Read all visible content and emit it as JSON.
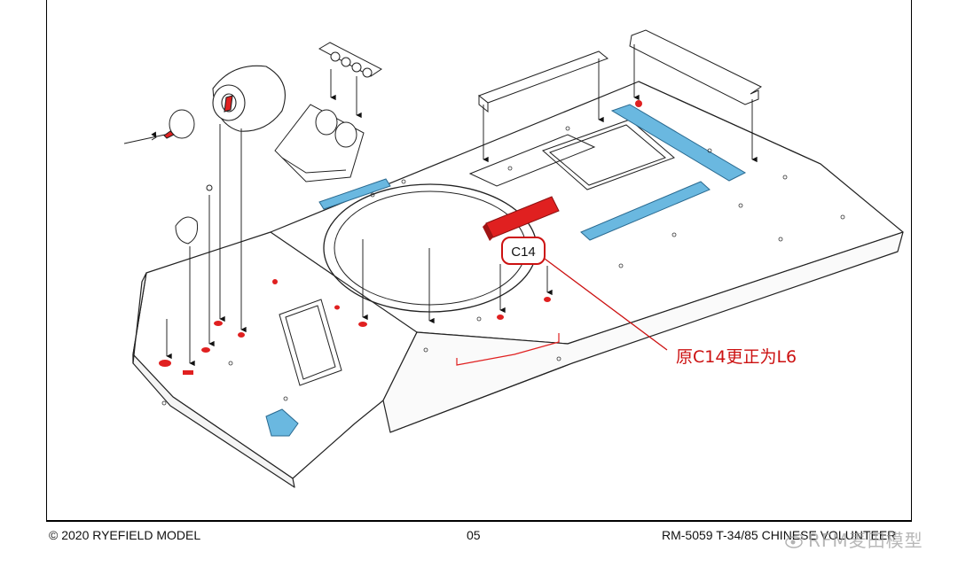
{
  "footer": {
    "copyright": "© 2020 RYEFIELD MODEL",
    "page_number": "05",
    "product": "RM-5059 T-34/85 CHINESE VOLUNTEER"
  },
  "callout": {
    "part_code": "C14",
    "correction_note": "原C14更正为L6"
  },
  "watermark": {
    "text": "RFM麦田模型"
  },
  "colors": {
    "highlight_red": "#e02020",
    "highlight_blue": "#6ab8e0",
    "line": "#222222"
  },
  "icons": [
    "weibo-icon"
  ]
}
